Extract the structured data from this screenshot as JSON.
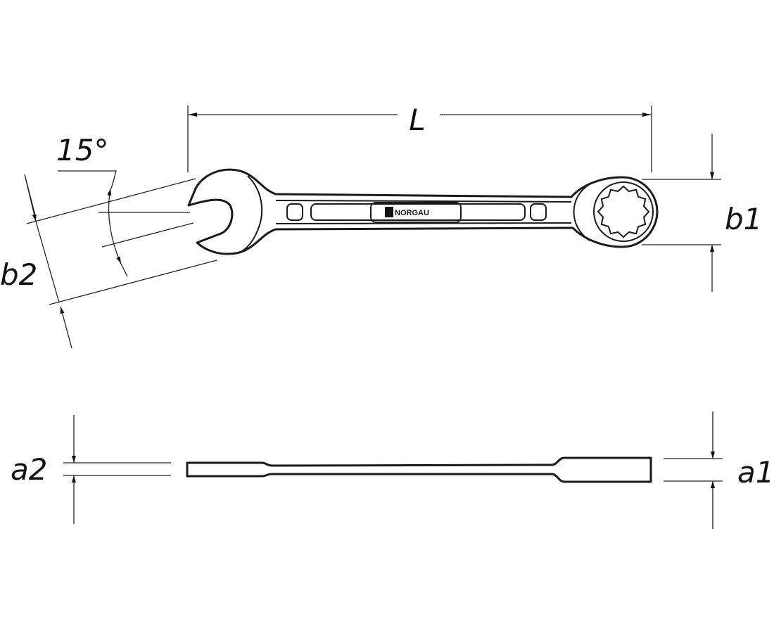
{
  "labels": {
    "length": "L",
    "angle": "15°",
    "ring_width": "b1",
    "open_width": "b2",
    "ring_thickness": "a1",
    "open_thickness": "a2"
  },
  "brand": "NORGAU"
}
